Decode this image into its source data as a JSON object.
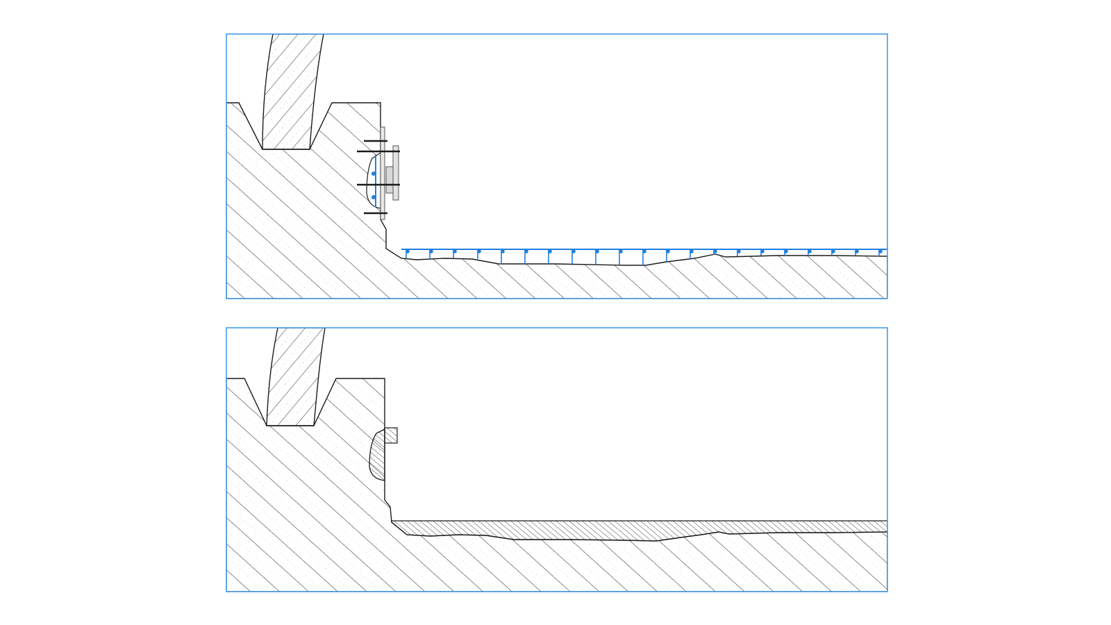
{
  "diagram": {
    "kind": "construction section detail",
    "panels": [
      {
        "id": "formwork-stage",
        "description_visible_text": ""
      },
      {
        "id": "cast-stage",
        "description_visible_text": ""
      }
    ]
  },
  "colors": {
    "frame": "#3a96e6",
    "formwork": "#1f7fe0",
    "line": "#1a1a1a",
    "hatch": "#2b2b2b",
    "background": "#ffffff"
  }
}
